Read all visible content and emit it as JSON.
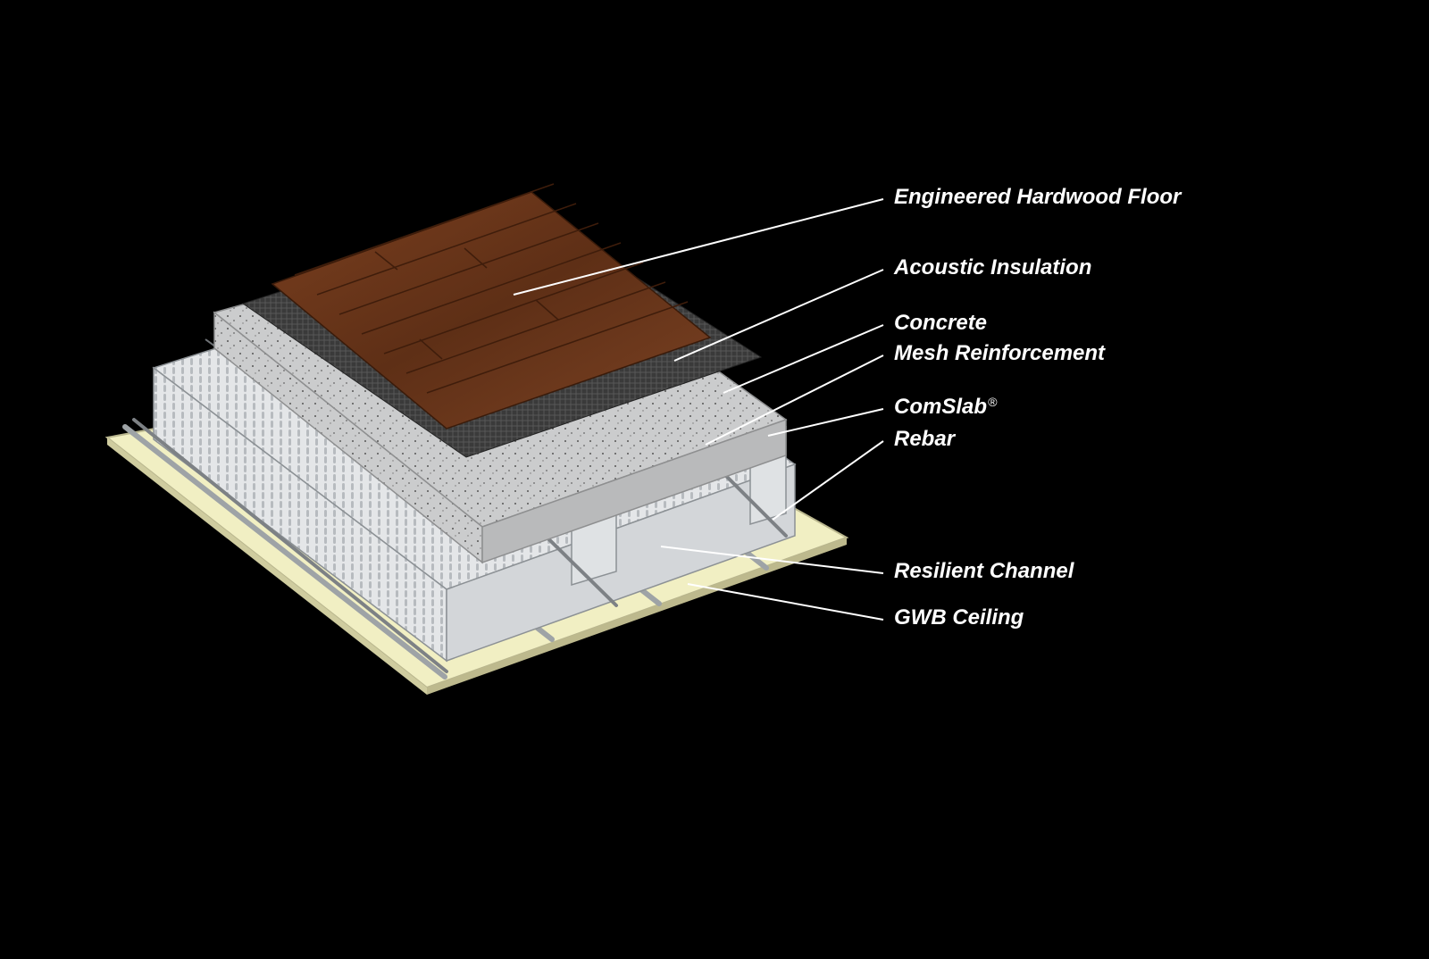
{
  "labels": [
    {
      "id": "hardwood",
      "text": "Engineered Hardwood Floor"
    },
    {
      "id": "insulation",
      "text": "Acoustic Insulation"
    },
    {
      "id": "concrete",
      "text": "Concrete"
    },
    {
      "id": "mesh",
      "text": "Mesh Reinforcement"
    },
    {
      "id": "comslab",
      "text": "ComSlab",
      "suffix": "®"
    },
    {
      "id": "rebar",
      "text": "Rebar"
    },
    {
      "id": "channel",
      "text": "Resilient Channel"
    },
    {
      "id": "ceiling",
      "text": "GWB Ceiling"
    }
  ],
  "colors": {
    "background": "#000000",
    "gwb": "#f3f0c4",
    "steel": "#cfd3d6",
    "concrete": "#c9cacb",
    "insulation": "#3c3c3c",
    "wood": "#6e3a1e",
    "leader": "#ffffff"
  }
}
